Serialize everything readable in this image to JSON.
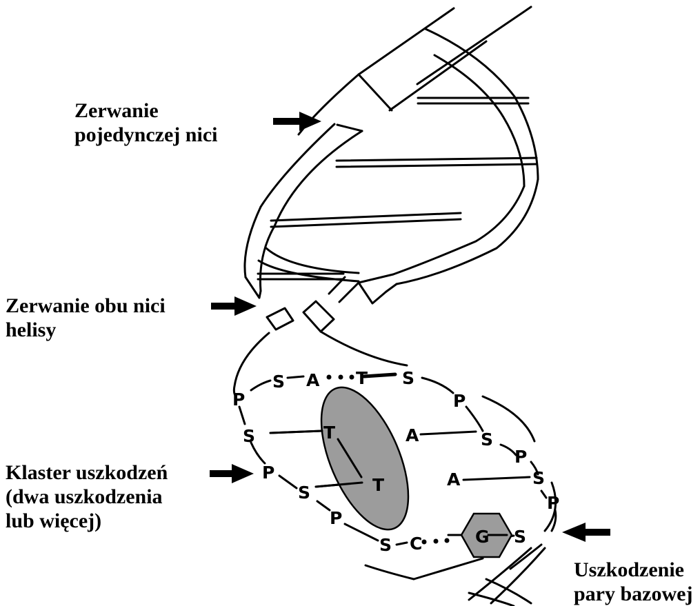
{
  "labels": {
    "single_strand": [
      "Zerwanie",
      "pojedynczej nici"
    ],
    "double_strand": [
      "Zerwanie obu nici",
      "helisy"
    ],
    "cluster": [
      "Klaster uszkodzeń",
      "(dwa uszkodzenia",
      "lub więcej)"
    ],
    "base_damage": [
      "Uszkodzenie",
      "pary bazowej"
    ]
  },
  "loop_letters": {
    "p1": "P",
    "s1": "S",
    "a1": "A",
    "t1": "T",
    "s2": "S",
    "p2": "P",
    "s3": "S",
    "t2": "T",
    "a2": "A",
    "s4": "S",
    "p3": "P",
    "p4": "P",
    "t3": "T",
    "a3": "A",
    "s5": "S",
    "s6": "S",
    "p5": "P",
    "p6": "P",
    "s7": "S",
    "c1": "C",
    "g1": "G",
    "s8": "S"
  },
  "colors": {
    "ink": "#000000",
    "highlight_fill": "#9c9c9c",
    "background": "#ffffff"
  }
}
